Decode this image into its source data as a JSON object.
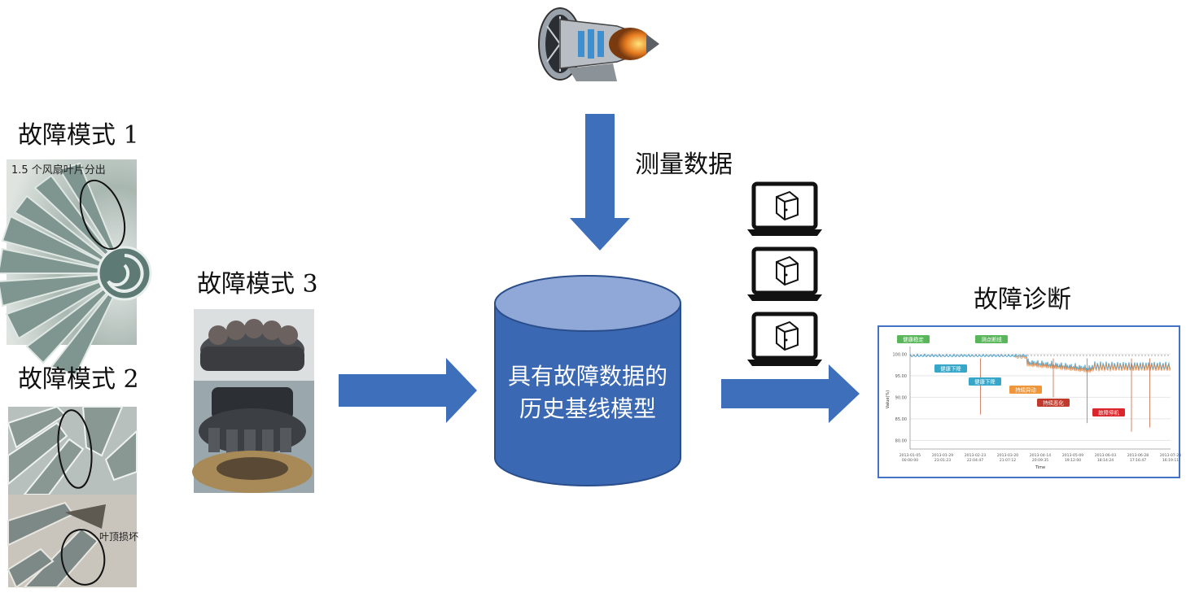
{
  "labels": {
    "fault_mode_1": "故障模式 1",
    "fault_mode_2": "故障模式 2",
    "fault_mode_3": "故障模式 3",
    "measurement_data": "测量数据",
    "fault_diagnosis": "故障诊断",
    "database_line1": "具有故障数据的",
    "database_line2": "历史基线模型"
  },
  "photo_captions": {
    "fan_blade_out": "1.5 个风扇叶片分出",
    "blade_tip_damage": "叶顶损坏"
  },
  "colors": {
    "arrow_blue": "#3d6fba",
    "cylinder_body": "#3b68b3",
    "cylinder_top": "#8fa8d8",
    "chart_frame": "#4472c4"
  },
  "icons": [
    "jet-engine-icon",
    "laptop-cube-icon",
    "database-cylinder-icon"
  ],
  "chart_data": {
    "type": "line",
    "title": "",
    "xlabel": "Time",
    "ylabel": "Value(%)",
    "ylim": [
      78,
      101
    ],
    "y_ticks": [
      "100.00",
      "95.00",
      "90.00",
      "85.00",
      "80.00"
    ],
    "x_ticks": [
      "2013-01-05 00:00:00",
      "2013-01-29 23:01:23",
      "2013-02-23 22:04:47",
      "2013-03-20 21:07:12",
      "2013-04-14 20:09:35",
      "2013-05-09 19:12:00",
      "2013-06-03 18:14:24",
      "2013-06-28 17:16:47",
      "2013-07-23 16:19:11"
    ],
    "annotations": [
      {
        "text": "健康稳定",
        "color": "#5ab65a"
      },
      {
        "text": "测点断线",
        "color": "#5ab65a"
      },
      {
        "text": "健康下降",
        "color": "#36a7c9"
      },
      {
        "text": "健康下降",
        "color": "#36a7c9"
      },
      {
        "text": "持续异动",
        "color": "#f0963a"
      },
      {
        "text": "持续恶化",
        "color": "#c0392b"
      },
      {
        "text": "故障停机",
        "color": "#d9252b"
      }
    ]
  }
}
